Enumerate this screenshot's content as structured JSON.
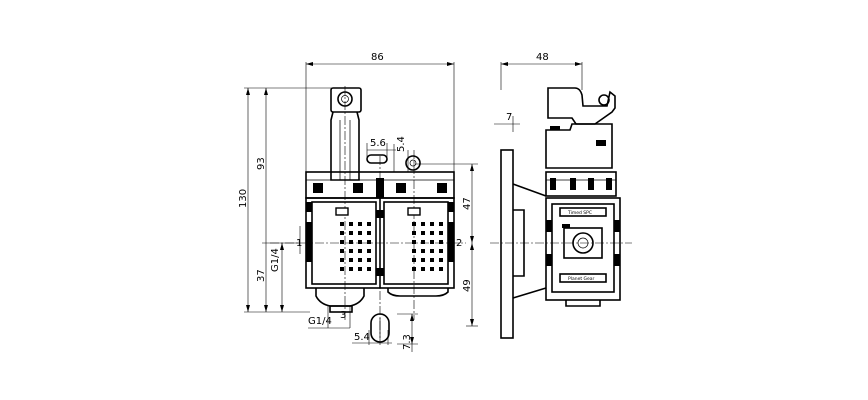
{
  "front_view": {
    "dim_width": "86",
    "dim_height_total": "130",
    "dim_height_upper": "93",
    "dim_axis_height": "37",
    "dim_port_thread": "G1/4",
    "dim_upper_right": "47",
    "dim_lower_right": "49",
    "dim_slot_width": "5.6",
    "dim_slot_height": "5.4",
    "dim_bottom_thread": "G1/4",
    "dim_bottom_offset": "3",
    "dim_bottom_slot_width": "5.4",
    "dim_bottom_slot_height": "7.3",
    "port_in_label": "1",
    "port_out_label": "2"
  },
  "side_view": {
    "dim_depth": "48",
    "dim_bracket": "7",
    "label_top": "Timed SPC",
    "label_bottom": "Planet Gear"
  },
  "colors": {
    "line": "#000000",
    "background": "#ffffff"
  }
}
